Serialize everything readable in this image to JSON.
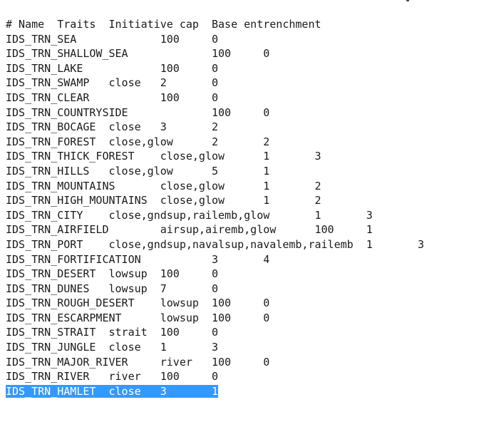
{
  "header": "# Name  Traits  Initiative cap  Base entrenchment",
  "lines": [
    "IDS_TRN_SEA             100     0",
    "IDS_TRN_SHALLOW_SEA             100     0",
    "IDS_TRN_LAKE            100     0",
    "IDS_TRN_SWAMP   close   2       0",
    "IDS_TRN_CLEAR           100     0",
    "IDS_TRN_COUNTRYSIDE             100     0",
    "IDS_TRN_BOCAGE  close   3       2",
    "IDS_TRN_FOREST  close,glow      2       2",
    "IDS_TRN_THICK_FOREST    close,glow      1       3",
    "IDS_TRN_HILLS   close,glow      5       1",
    "IDS_TRN_MOUNTAINS       close,glow      1       2",
    "IDS_TRN_HIGH_MOUNTAINS  close,glow      1       2",
    "IDS_TRN_CITY    close,gndsup,railemb,glow       1       3",
    "IDS_TRN_AIRFIELD        airsup,airemb,glow      100     1",
    "IDS_TRN_PORT    close,gndsup,navalsup,navalemb,railemb  1       3",
    "IDS_TRN_FORTIFICATION           3       4",
    "IDS_TRN_DESERT  lowsup  100     0",
    "IDS_TRN_DUNES   lowsup  7       0",
    "IDS_TRN_ROUGH_DESERT    lowsup  100     0",
    "IDS_TRN_ESCARPMENT      lowsup  100     0",
    "IDS_TRN_STRAIT  strait  100     0",
    "IDS_TRN_JUNGLE  close   1       3",
    "IDS_TRN_MAJOR_RIVER     river   100     0",
    "IDS_TRN_RIVER   river   100     0"
  ],
  "selected_line": "IDS_TRN_HAMLET  close   3       1",
  "colors": {
    "selection": "#3399ff",
    "text": "#1a1a1a"
  }
}
